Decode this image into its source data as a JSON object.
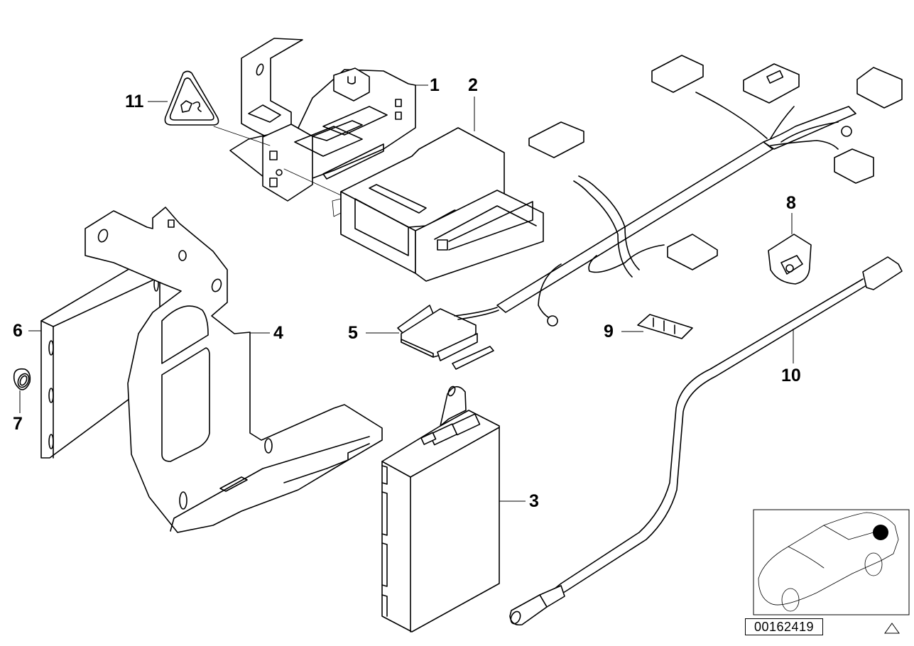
{
  "diagram": {
    "title": "Exploded parts diagram",
    "reference_number": "00162419",
    "callouts": [
      {
        "id": "1",
        "label": "1",
        "part": "bracket"
      },
      {
        "id": "2",
        "label": "2",
        "part": "control-unit"
      },
      {
        "id": "3",
        "label": "3",
        "part": "control-module"
      },
      {
        "id": "4",
        "label": "4",
        "part": "mounting-bracket"
      },
      {
        "id": "5",
        "label": "5",
        "part": "connector-plug"
      },
      {
        "id": "6",
        "label": "6",
        "part": "holder-plate"
      },
      {
        "id": "7",
        "label": "7",
        "part": "nut"
      },
      {
        "id": "8",
        "label": "8",
        "part": "connector-housing"
      },
      {
        "id": "9",
        "label": "9",
        "part": "contact-clip"
      },
      {
        "id": "10",
        "label": "10",
        "part": "antenna-cable"
      },
      {
        "id": "11",
        "label": "11",
        "part": "warning-label"
      }
    ],
    "locator": {
      "label": "vehicle-location-inset",
      "marker": "rear-right"
    }
  }
}
